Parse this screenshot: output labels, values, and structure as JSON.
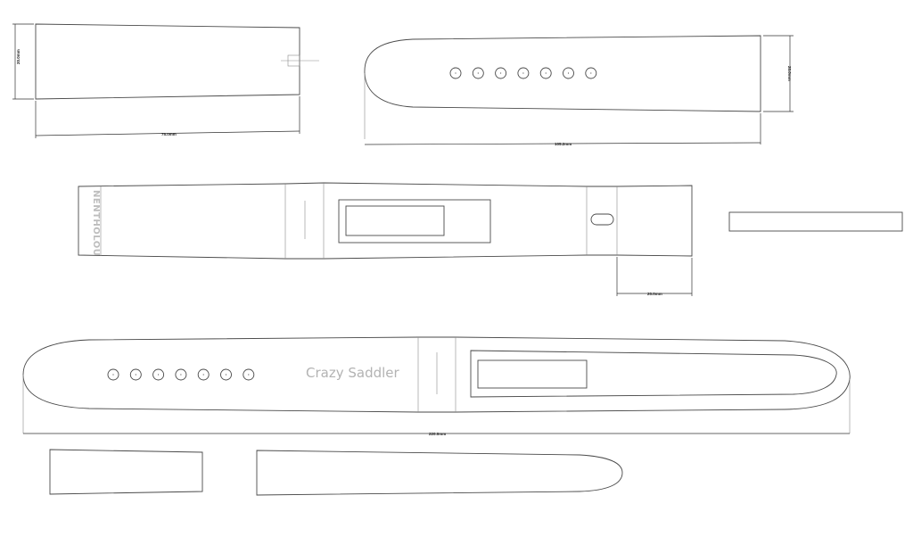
{
  "drawing": {
    "brand_text": "Crazy Saddler",
    "embossed_mark": "NENTHOLOU",
    "dimensions": {
      "keeper_length": "75.0mm",
      "keeper_height": "20.0mm",
      "hole_strap_length": "105.2mm",
      "hole_strap_height": "20.0mm",
      "buckle_tail": "20.0mm",
      "full_strap_length": "220.0mm"
    },
    "hole_counts": {
      "top_strap": 7,
      "full_strap": 7
    }
  }
}
